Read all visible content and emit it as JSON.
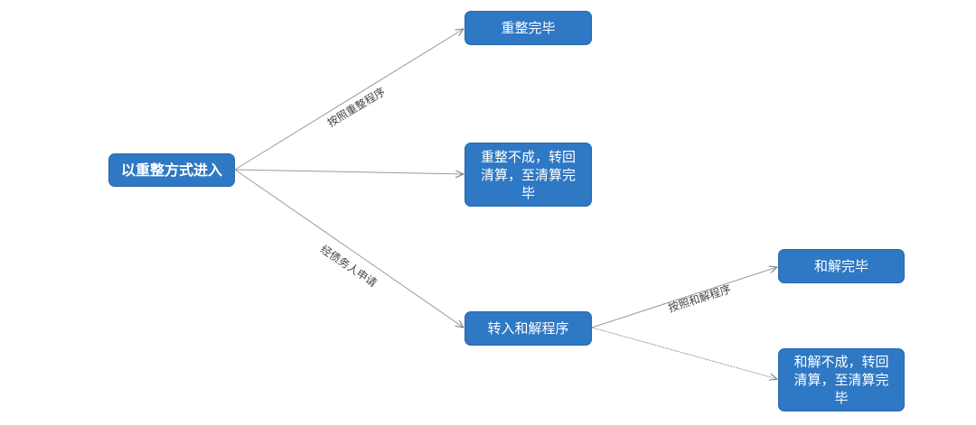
{
  "colors": {
    "node_fill": "#2f78c4",
    "edge": "#9a9a9a",
    "label": "#444444"
  },
  "nodes": {
    "start": "以重整方式进入",
    "reorg_done": "重整完毕",
    "reorg_fail": "重整不成，转回清算，至清算完毕",
    "to_settlement": "转入和解程序",
    "settlement_done": "和解完毕",
    "settlement_fail": "和解不成，转回清算，至清算完毕"
  },
  "edges": {
    "by_reorg": "按照重整程序",
    "by_debtor": "经债务人申请",
    "by_settlement": "按照和解程序"
  }
}
